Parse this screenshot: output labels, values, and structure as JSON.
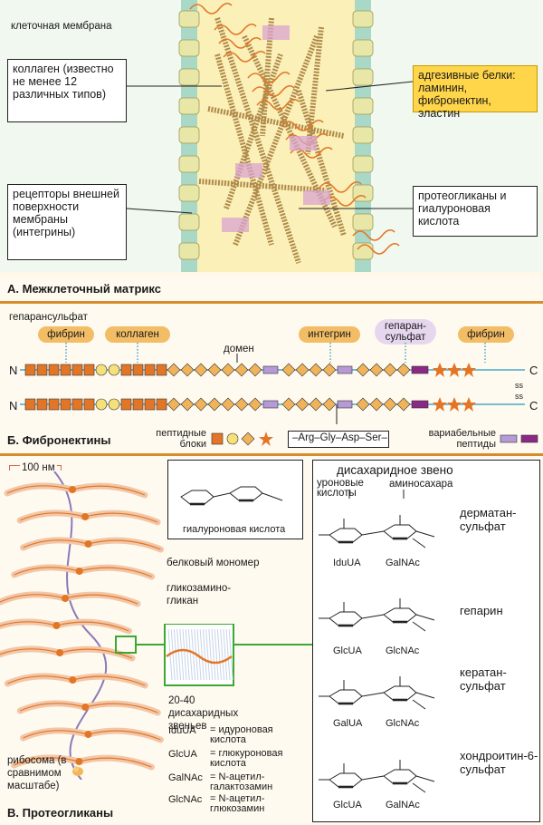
{
  "section_a": {
    "title": "А. Межклеточный матрикс",
    "membrane_label": "клеточная мембрана",
    "collagen_label": "коллаген (известно не менее 12 различных типов)",
    "receptors_label": "рецепторы внешней поверхности мембраны (интегрины)",
    "adhesive_label": "адгезивные белки: ламинин, фибронектин, эластин",
    "proteoglycans_label": "протеогликаны и гиалуроновая кислота"
  },
  "section_b": {
    "title": "Б. Фибронектины",
    "top_labels": {
      "heparansulfate": "гепарансульфат",
      "fibrin_left": "фибрин",
      "collagen": "коллаген",
      "domain": "домен",
      "integrin": "интегрин",
      "heparan_right": "гепаран-сульфат",
      "fibrin_right": "фибрин"
    },
    "n_label": "N",
    "c_label": "C",
    "ss_label": "ss",
    "peptide_blocks_label": "пептидные блоки",
    "sequence_label": "–Arg–Gly–Asp–Ser–",
    "variable_label": "вариабельные пептиды"
  },
  "section_c": {
    "title": "В. Протеогликаны",
    "scale_label": "100 нм",
    "hyaluronic_label": "гиалуроновая кислота",
    "disaccharide_title": "дисахаридное звено",
    "uronic_label": "уроновые кислоты",
    "aminosugar_label": "аминосахара",
    "protein_monomer_label": "белковый мономер",
    "gag_label": "гликозамино-гликан",
    "units_label": "20-40 дисахаридных звеньев",
    "ribosome_label": "рибосома (в сравнимом масштабе)",
    "rows": [
      {
        "name": "дерматан-сульфат",
        "left": "IduUA",
        "right": "GalNAc"
      },
      {
        "name": "гепарин",
        "left": "GlcUA",
        "right": "GlcNAc"
      },
      {
        "name": "кератан-сульфат",
        "left": "GalUA",
        "right": "GlcNAc"
      },
      {
        "name": "хондроитин-6-сульфат",
        "left": "GlcUA",
        "right": "GalNAc"
      }
    ],
    "abbreviations": [
      {
        "abbr": "IduUA",
        "full": "= идуроновая кислота"
      },
      {
        "abbr": "GlcUA",
        "full": "= глюкуроновая кислота"
      },
      {
        "abbr": "GalNAc",
        "full": "= N-ацетил-галактозамин"
      },
      {
        "abbr": "GlcNAc",
        "full": "= N-ацетил-глюкозамин"
      }
    ]
  },
  "colors": {
    "membrane": "#a9d8c6",
    "cell_node": "#e9e7a8",
    "collagen": "#b08a4c",
    "proteoglycan": "#d9a3d0",
    "orange": "#e37626",
    "sep": "#d88b2a"
  }
}
